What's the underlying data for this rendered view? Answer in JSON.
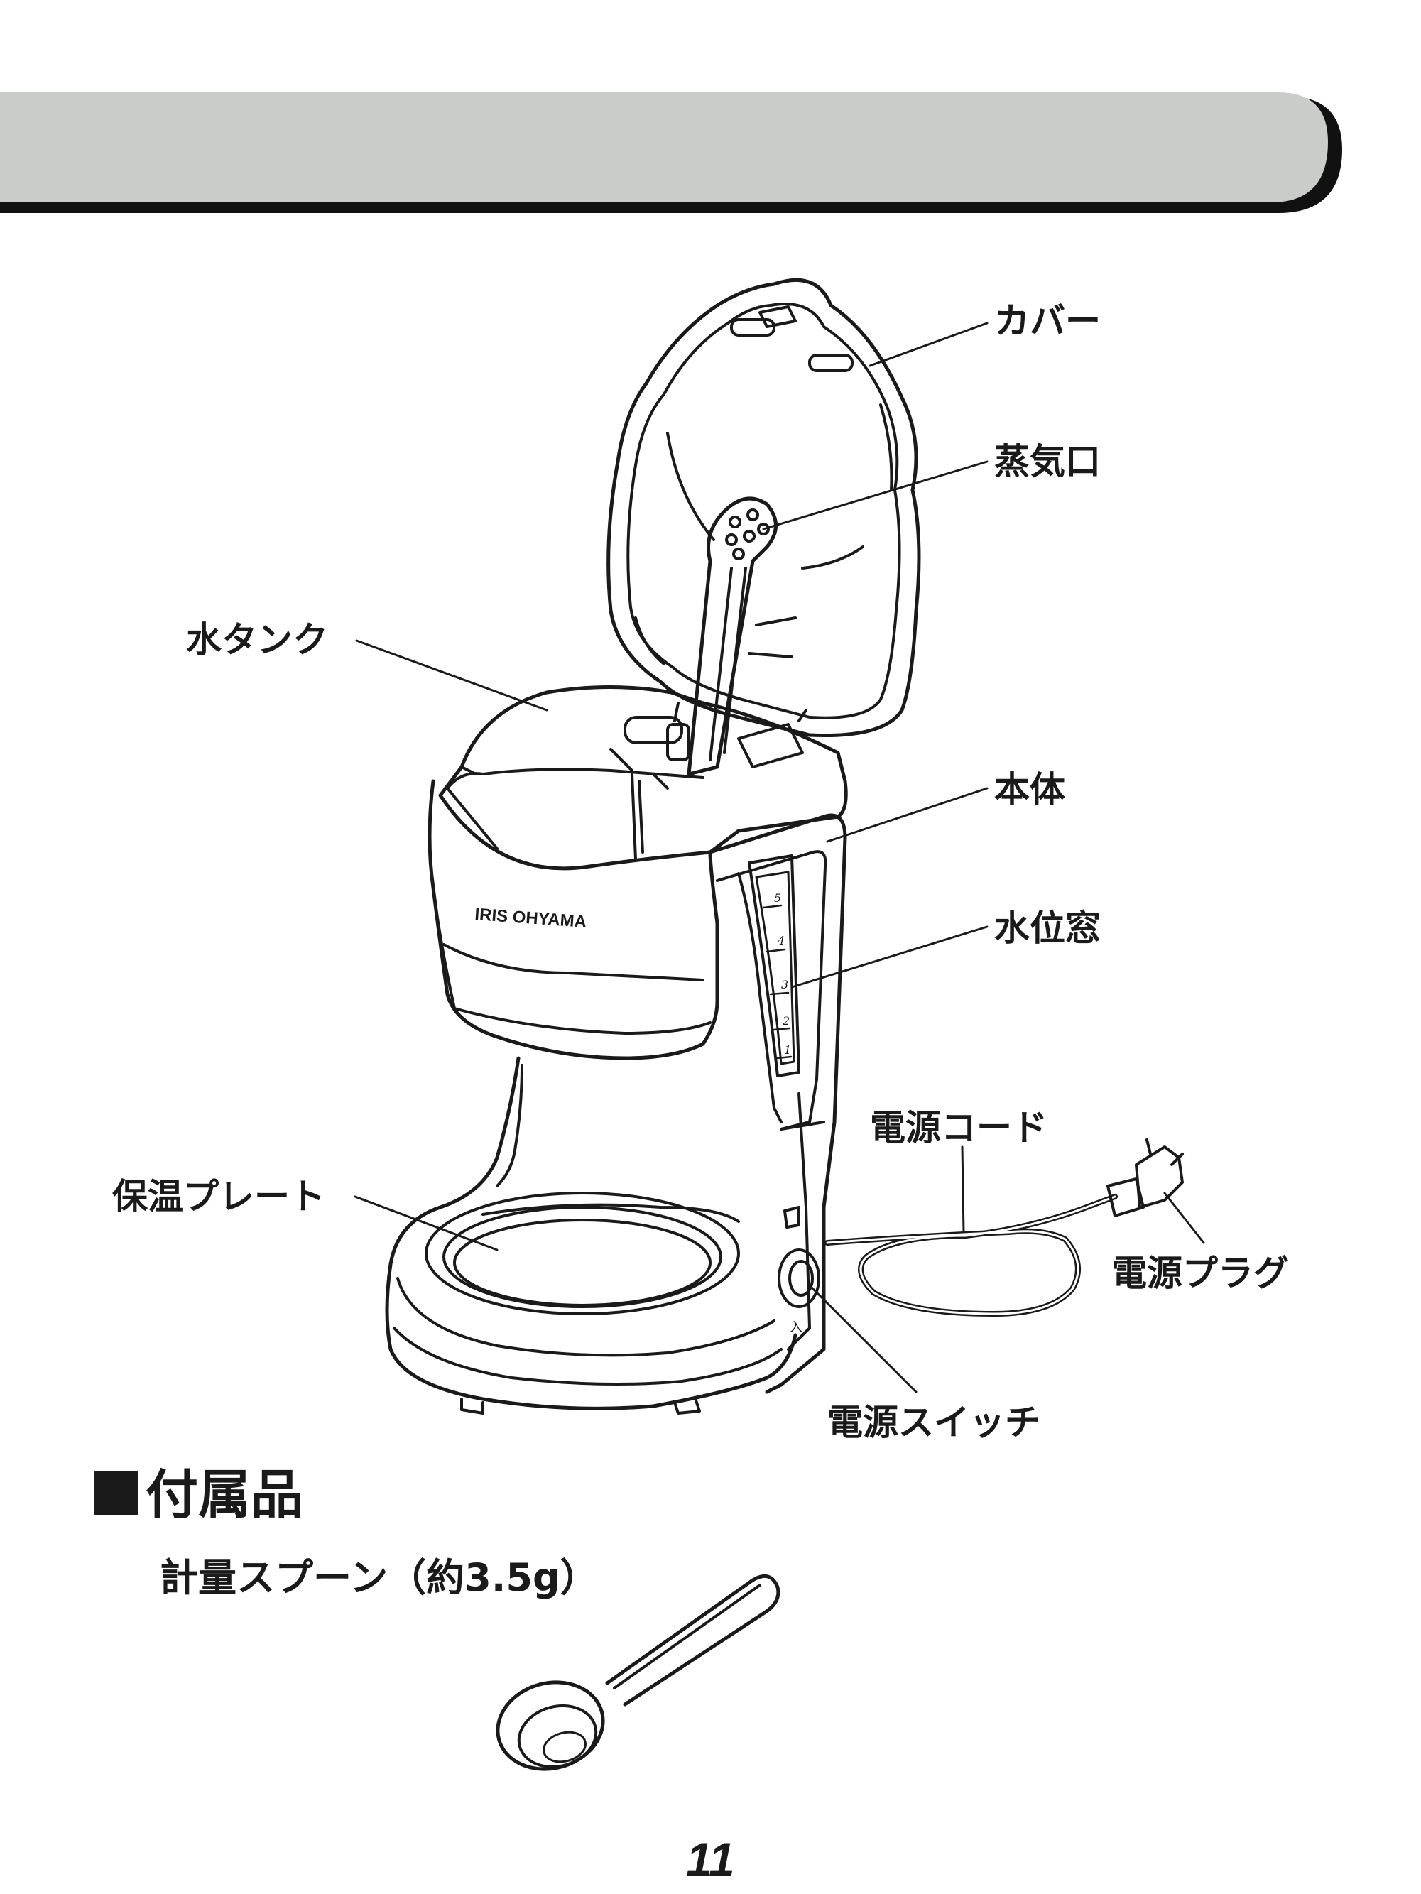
{
  "header": {
    "band_color": "#c9ccc9",
    "border_color": "#111111"
  },
  "diagram": {
    "brand_logo": "IRIS OHYAMA",
    "water_scale": [
      "5",
      "4",
      "3",
      "2",
      "1"
    ],
    "switch_mark": "入",
    "labels": {
      "cover": "カバー",
      "steam_vent": "蒸気口",
      "water_tank": "水タンク",
      "body": "本体",
      "water_level_window": "水位窓",
      "power_cord": "電源コード",
      "warming_plate": "保温プレート",
      "power_plug": "電源プラグ",
      "power_switch": "電源スイッチ"
    }
  },
  "accessories": {
    "heading": "付属品",
    "item": "計量スプーン（約3.5g）"
  },
  "page_number": "11"
}
